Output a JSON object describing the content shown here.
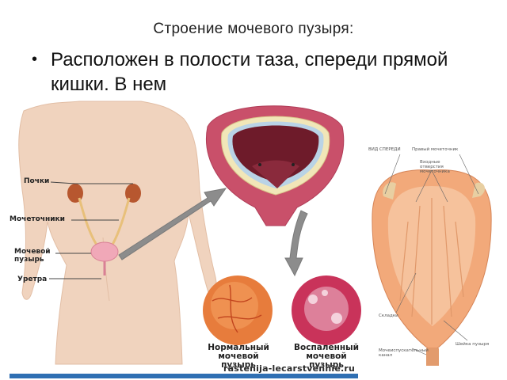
{
  "slide": {
    "title": "Строение мочевого пузыря:",
    "bullet": "•",
    "bullet_text": "Расположен в полости таза, спереди прямой кишки. В нем"
  },
  "body_labels": {
    "kidneys": "Почки",
    "ureters": "Мочеточники",
    "bladder_line1": "Мочевой",
    "bladder_line2": "пузырь",
    "urethra": "Уретра"
  },
  "captions": {
    "normal_line1": "Нормальный",
    "normal_line2": "мочевой",
    "normal_line3": "пузырь",
    "inflamed_line1": "Воспаленный",
    "inflamed_line2": "мочевой",
    "inflamed_line3": "пузырь"
  },
  "watermark": "rastenija-lecarstvennie.ru",
  "anatomy_tiny": {
    "view": "ВИД СПЕРЕДИ",
    "ureter": "Правый мочеточник",
    "openings": "Входные отверстия мочеточника",
    "folds": "Складки",
    "sphincter": "Мочеиспускательный канал",
    "neck": "Шейка пузыря"
  },
  "colors": {
    "skin": "#f0d3be",
    "bladder_outer": "#c9506a",
    "bladder_inner": "#6e1b2a",
    "normal_bladder": "#e77c3c",
    "inflamed_bladder": "#c9335a",
    "arrow": "#8c8c8c",
    "anatomy_orange": "#f2a97a",
    "bottom_bar": "#2f6fb3"
  }
}
